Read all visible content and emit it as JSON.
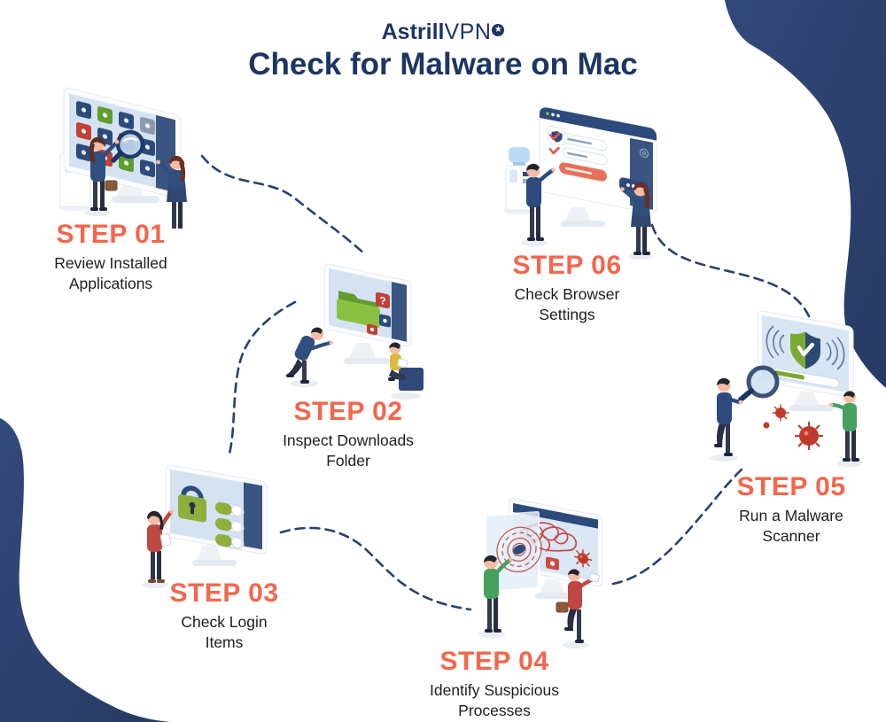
{
  "logo": {
    "brand_bold": "Astrill",
    "brand_light": "VPN"
  },
  "title": {
    "text": "Check for Malware on Mac"
  },
  "glyphs": {
    "star": "★",
    "question_mark": "?"
  },
  "steps": [
    {
      "label": "STEP 01",
      "caption": "Review Installed\nApplications",
      "illustration": "two-women-reviewing-app-grid-on-monitor-with-magnifier"
    },
    {
      "label": "STEP 02",
      "caption": "Inspect Downloads\nFolder",
      "illustration": "man-and-seated-woman-inspecting-downloads-folder-on-monitor"
    },
    {
      "label": "STEP 03",
      "caption": "Check Login\nItems",
      "illustration": "woman-checking-padlock-and-login-toggles-on-monitor"
    },
    {
      "label": "STEP 04",
      "caption": "Identify Suspicious\nProcesses",
      "illustration": "two-people-viewing-tangled-process-scribbles-and-virus-on-monitor"
    },
    {
      "label": "STEP 05",
      "caption": "Run a Malware\nScanner",
      "illustration": "people-scanning-shield-check-monitor-with-magnifier-and-viruses"
    },
    {
      "label": "STEP 06",
      "caption": "Check Browser\nSettings",
      "illustration": "man-and-woman-reviewing-browser-settings-checklist"
    }
  ],
  "colors": {
    "navy_text": "#1d3563",
    "blob_navy": "#2e4372",
    "dashed_line": "#2b3f72",
    "accent_orange": "#f4664b",
    "caption_text": "#1d1d1b",
    "monitor_screen": "#d5e2f1",
    "folder_green": "#8cc043",
    "alert_red": "#c0392b"
  }
}
